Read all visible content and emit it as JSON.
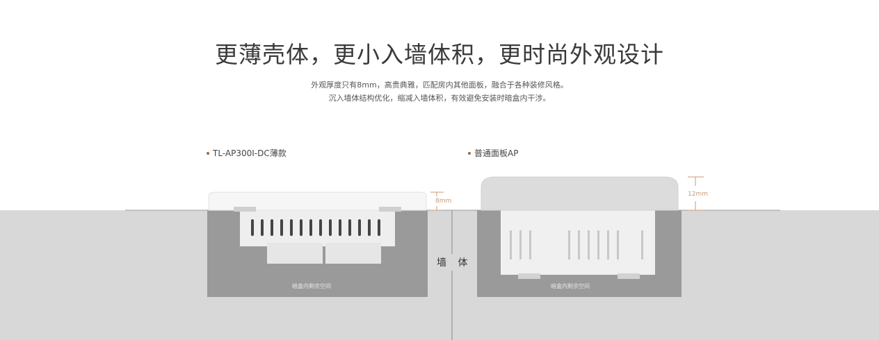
{
  "heading": "更薄壳体，更小入墙体积，更时尚外观设计",
  "description": [
    "外观厚度只有8mm，高贵典雅，匹配房内其他面板，融合于各种装修风格。",
    "沉入墙体结构优化，缩减入墙体积，有效避免安装时暗盒内干涉。"
  ],
  "products": {
    "left": {
      "label": "TL-AP300I-DC薄款",
      "thickness": "8mm",
      "box_text": "暗盒内剩余空间"
    },
    "right": {
      "label": "普通面板AP",
      "thickness": "12mm",
      "box_text": "暗盒内剩余空间"
    }
  },
  "wall_label": "墙 体",
  "colors": {
    "wall": "#d8d8d8",
    "box": "#9a9a9a",
    "accent": "#a2683f",
    "dimension": "#c89a78"
  }
}
